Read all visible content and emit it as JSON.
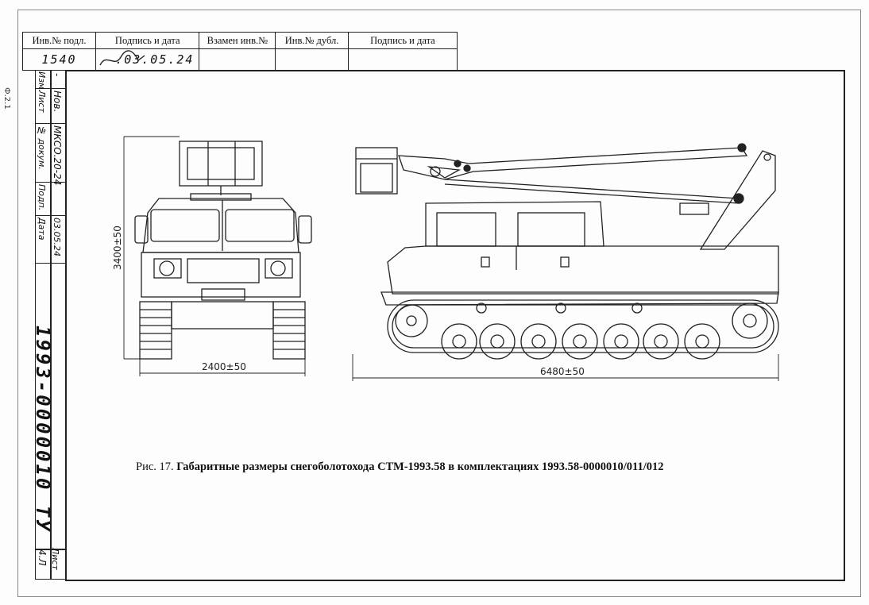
{
  "stamp": {
    "headers": [
      "Инв.№ подл.",
      "Подпись и дата",
      "Взамен инв.№",
      "Инв.№ дубл.",
      "Подпись и дата"
    ],
    "inv_value": "1540",
    "date_value": ".03.05.24"
  },
  "side_block": {
    "labels": [
      "Изм.",
      "Лист",
      "№ докум.",
      "Подп.",
      "Дата"
    ],
    "values": [
      "-",
      "Нов.",
      "МКСО.20-24",
      "",
      "03.05.24"
    ],
    "sheet_label": "Лист",
    "sheet_value": "4.Л"
  },
  "edge_label": "Ф.2.1",
  "document_number": "1993-0000010 ТУ",
  "caption": {
    "prefix": "Рис. 17. ",
    "bold": "Габаритные размеры снегоболотохода СТМ-1993.58 в комплектациях 1993.58-0000010/011/012"
  },
  "dimensions": {
    "height": "3400±50",
    "width": "2400±50",
    "length": "6480±50"
  }
}
